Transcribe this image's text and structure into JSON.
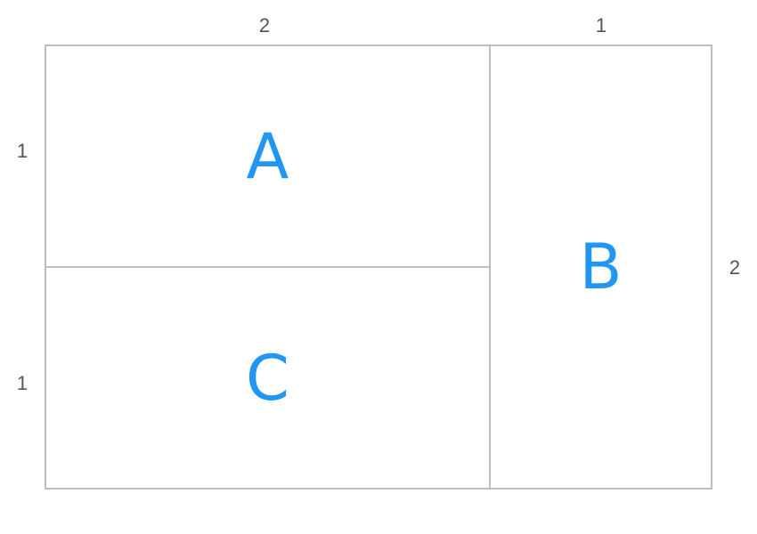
{
  "column_labels": [
    "2",
    "1"
  ],
  "row_labels": [
    "1",
    "1"
  ],
  "right_label": "2",
  "cells": {
    "a": "A",
    "b": "B",
    "c": "C"
  },
  "colors": {
    "letter": "#2196f3",
    "border": "#bdbdbd",
    "label": "#555555"
  }
}
